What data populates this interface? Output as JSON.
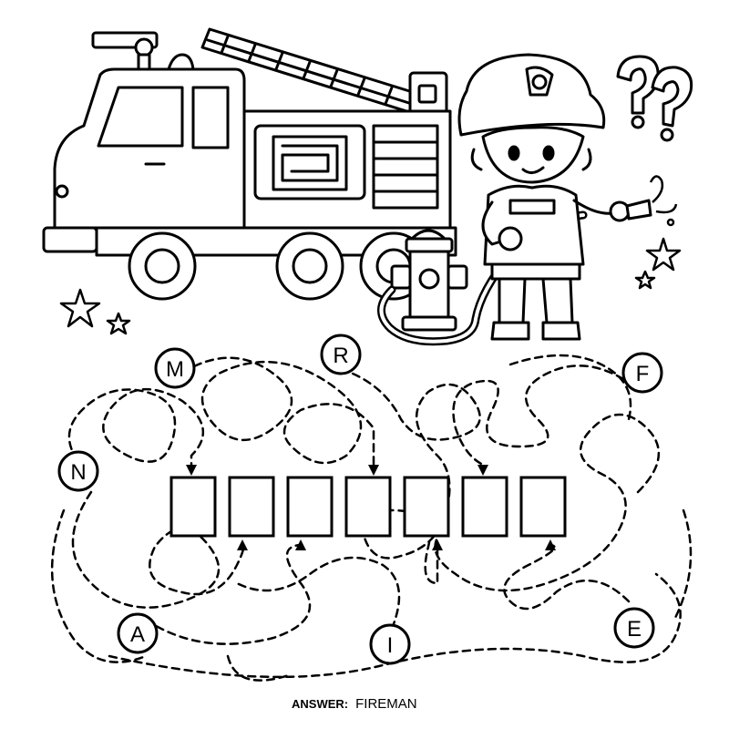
{
  "letters": [
    "M",
    "R",
    "F",
    "N",
    "A",
    "I",
    "E"
  ],
  "answer": {
    "label": "ANSWER:",
    "word": "FIREMAN"
  },
  "answer_box_count": 7,
  "colors": {
    "ink": "#000000",
    "paper": "#ffffff"
  },
  "icons": [
    "fire-truck-icon",
    "firefighter-icon",
    "fire-hydrant-icon",
    "question-marks-icon",
    "star-icon"
  ]
}
